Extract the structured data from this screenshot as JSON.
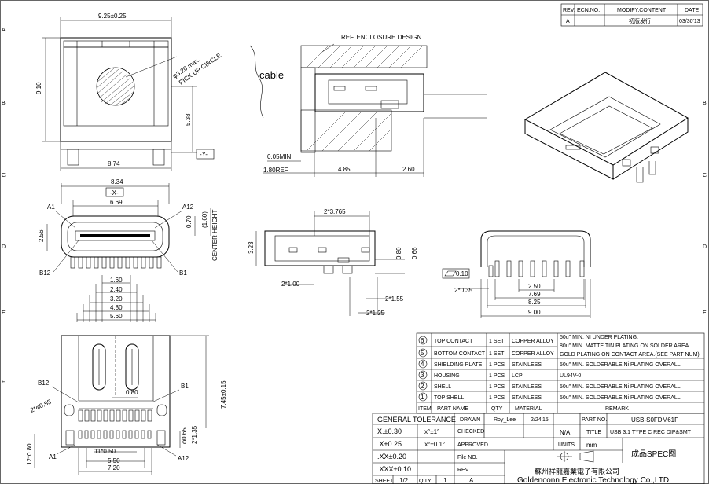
{
  "revision_table": {
    "headers": [
      "REV.",
      "ECN.NO.",
      "MODIFY.CONTENT",
      "DATE"
    ],
    "row": {
      "rev": "A",
      "ecn": "",
      "content": "初版发行",
      "date": "03/30'13"
    }
  },
  "zone_letters": {
    "left": [
      "A",
      "B",
      "C",
      "D",
      "E",
      "F"
    ],
    "right": [
      "B",
      "C",
      "D",
      "E"
    ]
  },
  "top_view": {
    "width_label": "9.25±0.25",
    "height_label": "9.10",
    "circle_label": "φ3.20 max.",
    "circle_label2": "PICK UP CIRCLE",
    "center_label": "5.38",
    "bottom_label": "8.74",
    "datum_label": "-Y-"
  },
  "side_view": {
    "enclosure_label": "REF. ENCLOSURE DESIGN",
    "cable_label": "cable",
    "gap_label": "0.05MIN.",
    "ref_label": "1.80REF",
    "dim1": "4.85",
    "dim2": "2.60"
  },
  "front_view": {
    "width_top": "8.34",
    "datum": "-X-",
    "opening": "6.69",
    "pin_a1": "A1",
    "pin_a12": "A12",
    "pin_b12": "B12",
    "pin_b1": "B1",
    "height_left": "2.56",
    "dim_070": "0.70",
    "dim_160": "(1.60)",
    "center_height": "CENTER HEIGHT",
    "dims": [
      "1.60",
      "2.40",
      "3.20",
      "4.80",
      "5.60"
    ]
  },
  "section_view": {
    "top_dim": "2*3.765",
    "left_dim": "3.23",
    "dim_080": "0.80",
    "dim_066": "0.66",
    "dim_100": "2*1.00",
    "dim_155": "2*1.55",
    "dim_125": "2*1.25"
  },
  "rear_view": {
    "flatness": "0.10",
    "dim_035": "2*0.35",
    "dims": [
      "2.50",
      "7.69",
      "8.25",
      "9.00"
    ]
  },
  "footprint": {
    "pin_b12": "B12",
    "pin_b1": "B1",
    "pin_a1": "A1",
    "pin_a12": "A12",
    "dim_080": "0.80",
    "dim_055": "2*φ0.55",
    "dim_745": "7.45±0.15",
    "dim_065": "φ0.65",
    "dim_215": "2*1.35",
    "dim_12": "12*0.80",
    "dim_1150": "11*0.50",
    "dim_550": "5.50",
    "dim_720": "7.20"
  },
  "bom": {
    "rows": [
      {
        "no": "6",
        "part": "TOP CONTACT",
        "qty": "1 SET",
        "material": "COPPER ALLOY",
        "remark": "50u\" MIN. NI UNDER PLATING."
      },
      {
        "no": "5",
        "part": "BOTTOM CONTACT",
        "qty": "1 SET",
        "material": "COPPER ALLOY",
        "remark": "80u\" MIN. MATTE TIN PLATING ON SOLDER AREA."
      },
      {
        "no": "4",
        "part": "SHIELDING PLATE",
        "qty": "1 PCS",
        "material": "STAINLESS",
        "remark": "50u\" MIN. SOLDERABLE Ni PLATING OVERALL."
      },
      {
        "no": "3",
        "part": "HOUSING",
        "qty": "1 PCS",
        "material": "LCP",
        "remark": "UL94V-0"
      },
      {
        "no": "2",
        "part": "SHELL",
        "qty": "1 PCS",
        "material": "STAINLESS",
        "remark": "50u\" MIN. SOLDERABLE Ni PLATING OVERALL."
      },
      {
        "no": "1",
        "part": "TOP SHELL",
        "qty": "1 PCS",
        "material": "STAINLESS",
        "remark": "50u\" MIN. SOLDERABLE Ni PLATING OVERALL."
      }
    ],
    "extra_remark": "GOLD PLATING ON CONTACT AREA.(SEE PART NUM)",
    "headers": [
      "ITEM",
      "PART NAME",
      "QTY",
      "MATERIAL",
      "REMARK"
    ]
  },
  "title_block": {
    "general_tolerance": "GENERAL TOLERANCE",
    "tol_rows": [
      {
        "a": "X.±0.30",
        "b": "x°±1°"
      },
      {
        "a": ".X±0.25",
        "b": ".x°±0.1°"
      },
      {
        "a": ".XX±0.20",
        "b": ""
      },
      {
        "a": ".XXX±0.10",
        "b": ""
      }
    ],
    "drawn_label": "DRAWN",
    "drawn_by": "Roy_Lee",
    "drawn_date": "2/24'15",
    "part_no_label": "PART NO.",
    "part_no": "USB-S0FDM61F",
    "checked_label": "CHECKED",
    "scale": "N/A",
    "title_label": "TITLE",
    "title": "USB 3.1 TYPE C REC DIP&SMT",
    "approved_label": "APPROVED",
    "units_label": "UNITS",
    "units": "mm",
    "file_no_label": "File NO.",
    "spec_note": "成品SPEC图",
    "rev_label": "REV.",
    "sheet_label": "SHEET",
    "sheet": "1/2",
    "qty_label": "Q'TY",
    "qty": "1",
    "rev": "A",
    "company_cn": "蘇州祥龍嘉業電子有限公司",
    "company_en": "Goldenconn Electronic Technology Co.,LTD"
  }
}
